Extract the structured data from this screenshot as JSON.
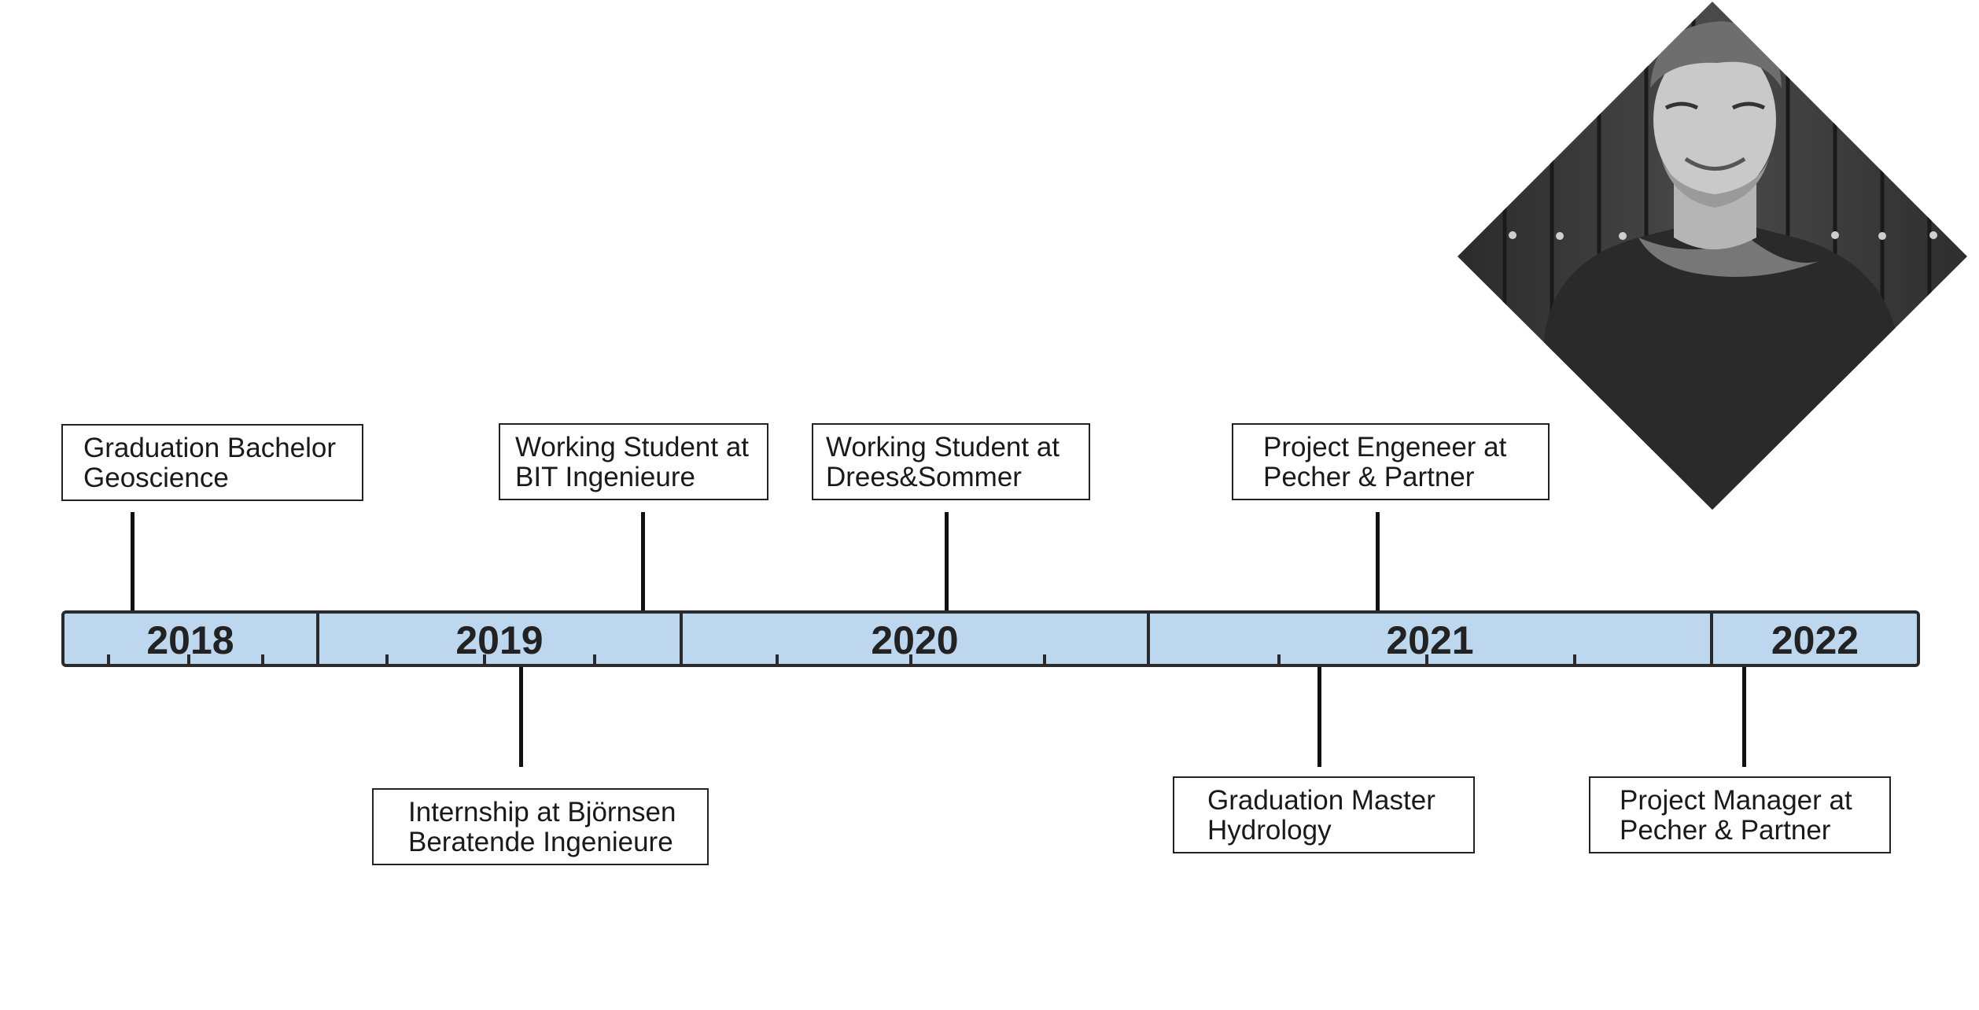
{
  "timeline": {
    "years": [
      "2018",
      "2019",
      "2020",
      "2021",
      "2022"
    ],
    "accent_color": "#bdd7ee",
    "events_above": [
      {
        "line1": "Graduation Bachelor",
        "line2": "Geoscience"
      },
      {
        "line1": "Working Student at",
        "line2": "BIT Ingenieure"
      },
      {
        "line1": "Working Student at",
        "line2": "Drees&Sommer"
      },
      {
        "line1": "Project Engeneer at",
        "line2": "Pecher & Partner"
      }
    ],
    "events_below": [
      {
        "line1": "Internship at Björnsen",
        "line2": "Beratende Ingenieure"
      },
      {
        "line1": "Graduation Master",
        "line2": "Hydrology"
      },
      {
        "line1": "Project Manager at",
        "line2": "Pecher & Partner"
      }
    ]
  },
  "portrait": {
    "icon": "person-photo",
    "style": "grayscale diamond crop"
  }
}
